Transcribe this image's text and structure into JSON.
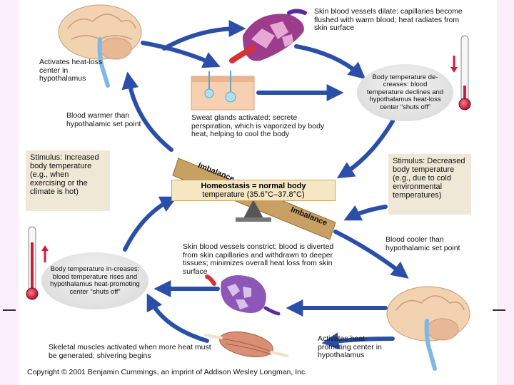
{
  "labels": {
    "skin_dilate": "Skin blood vessels dilate: capillaries become flushed with warm blood; heat radiates from skin surface",
    "activates_heat_loss": "Activates heat-loss center in hypothalamus",
    "body_temp_decreases": "Body temperature de-creases: blood temperature declines and hypothalamus heat-loss center “shuts off”",
    "blood_warmer": "Blood warmer than hypothalamic set point",
    "sweat_glands": "Sweat glands activated: secrete perspiration, which is vaporized by body heat, helping to cool the body",
    "stimulus_increased": "Stimulus: Increased body temperature (e.g., when exercising or the climate is hot)",
    "stimulus_decreased": "Stimulus: Decreased body temperature (e.g., due to cold environmental temperatures)",
    "imbalance_top": "Imbalance",
    "imbalance_bottom": "Imbalance",
    "homeostasis_title": "Homeostasis = normal body",
    "homeostasis_range": "temperature (35.6°C–37.8°C)",
    "blood_cooler": "Blood cooler than hypothalamic set point",
    "skin_constrict": "Skin blood vessels constrict: blood is diverted from skin capillaries and withdrawn to deeper tissues; minimizes overall heat loss from skin surface",
    "body_temp_increases": "Body temperature in-creases: blood temperature rises and hypothalamus heat-promoting center “shuts off”",
    "skeletal_muscles": "Skeletal muscles activated when more heat must be generated; shivering begins",
    "activates_heat_promoting": "Activates heat-promoting center in hypothalamus",
    "copyright": "Copyright © 2001 Benjamin Cummings, an imprint of Addison Wesley Longman, Inc."
  },
  "colors": {
    "arrow": "#2b4fa8",
    "stimulus_box": "#efe8d6",
    "homeostasis_box": "#f6e7c4",
    "seesaw": "#c9a063",
    "slide_bg": "#fbeefb",
    "thermometer_red": "#d11b3c"
  }
}
